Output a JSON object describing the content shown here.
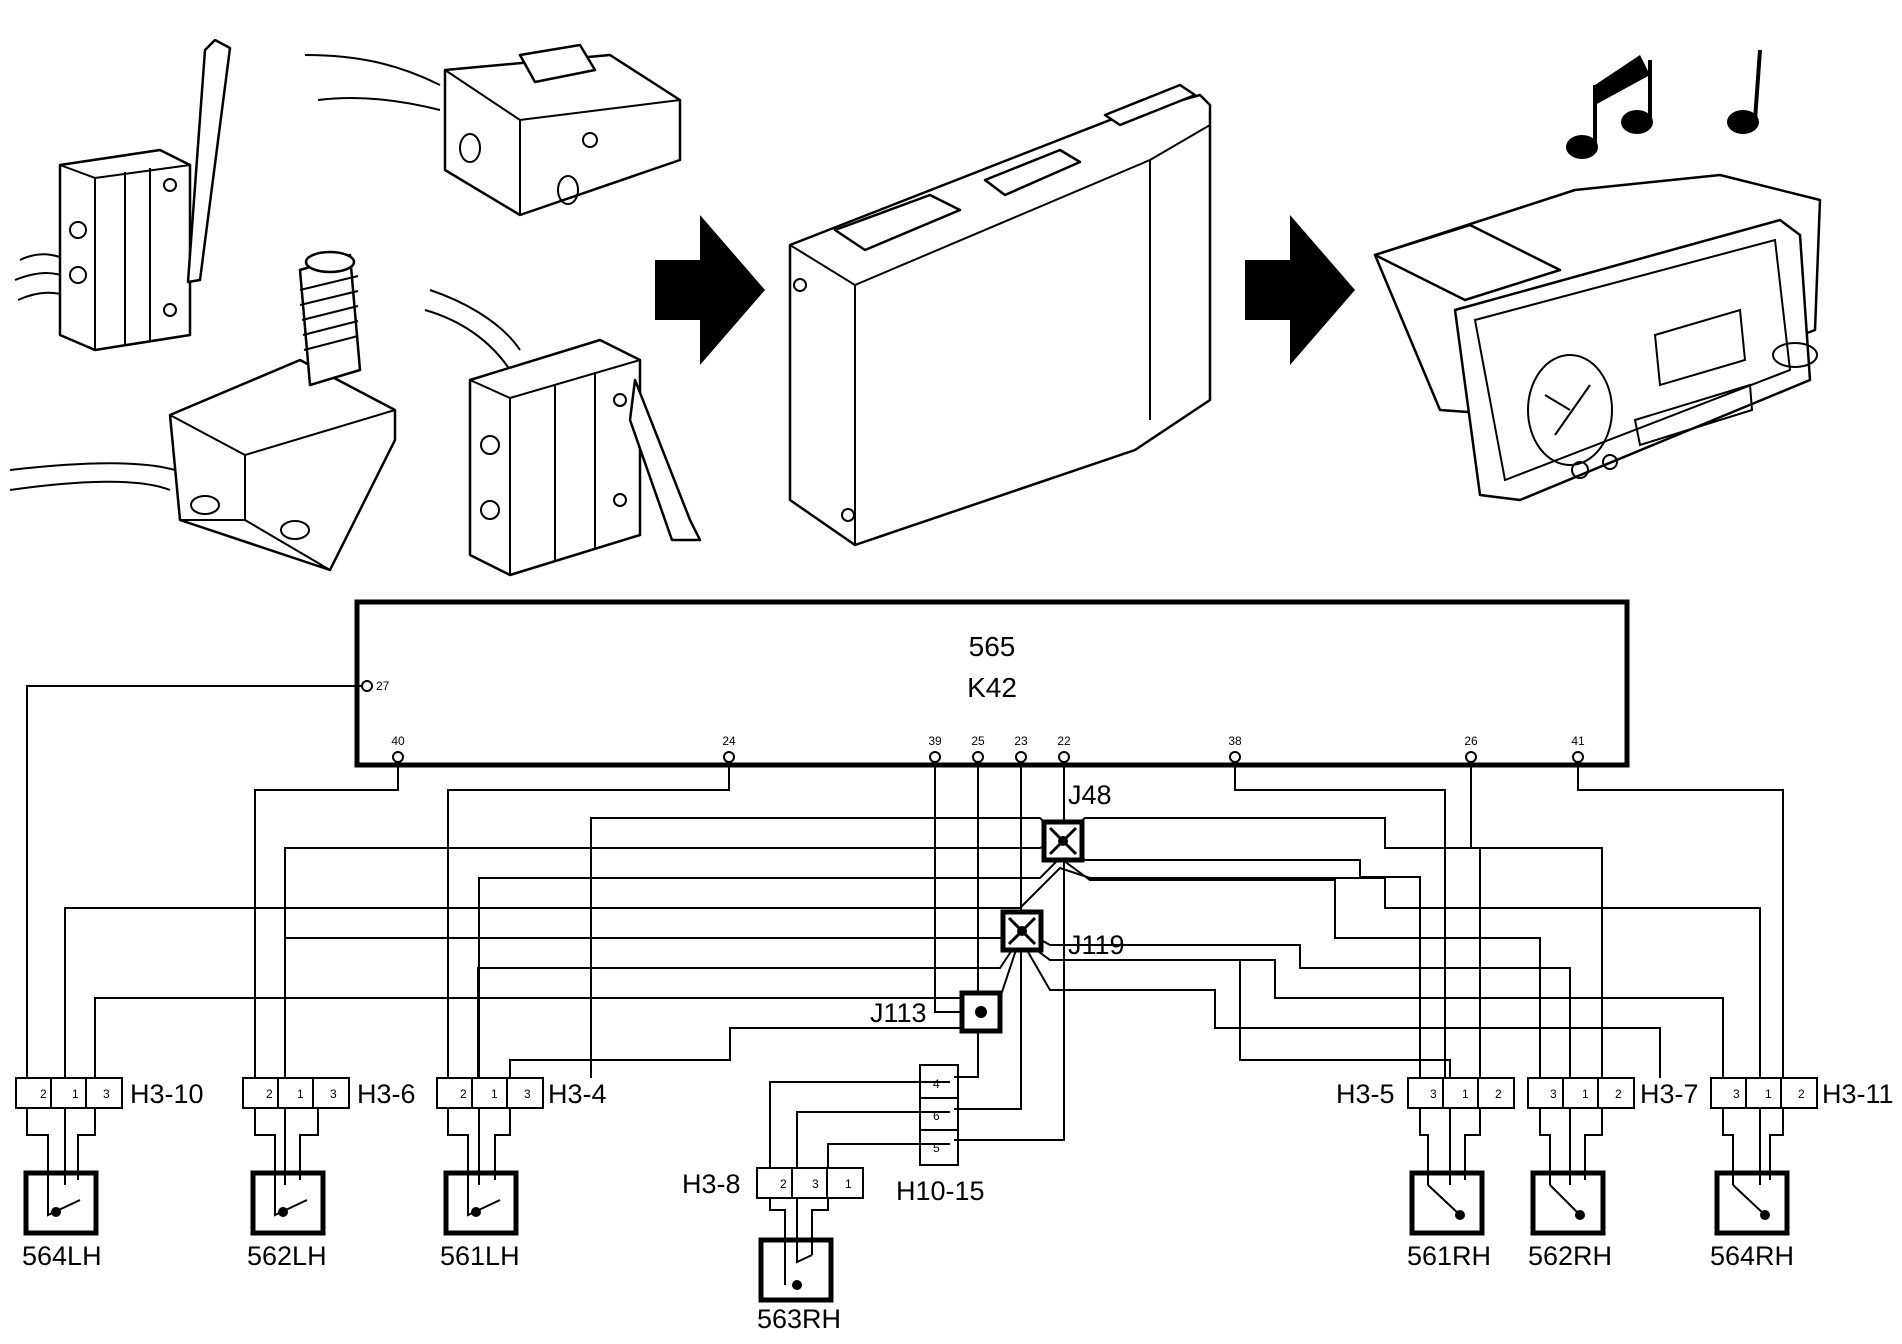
{
  "module": {
    "number": "565",
    "code": "K42"
  },
  "module_pins": [
    {
      "id": "27",
      "label": "27"
    },
    {
      "id": "40",
      "label": "40"
    },
    {
      "id": "24",
      "label": "24"
    },
    {
      "id": "39",
      "label": "39"
    },
    {
      "id": "25",
      "label": "25"
    },
    {
      "id": "23",
      "label": "23"
    },
    {
      "id": "22",
      "label": "22"
    },
    {
      "id": "38",
      "label": "38"
    },
    {
      "id": "26",
      "label": "26"
    },
    {
      "id": "41",
      "label": "41"
    }
  ],
  "splices": {
    "j48": "J48",
    "j119": "J119",
    "j113": "J113"
  },
  "connectors": {
    "h3_10": {
      "label": "H3-10",
      "pins": [
        "2",
        "1",
        "3"
      ]
    },
    "h3_6": {
      "label": "H3-6",
      "pins": [
        "2",
        "1",
        "3"
      ]
    },
    "h3_4": {
      "label": "H3-4",
      "pins": [
        "2",
        "1",
        "3"
      ]
    },
    "h3_8": {
      "label": "H3-8",
      "pins": [
        "2",
        "3",
        "1"
      ]
    },
    "h10_15": {
      "label": "H10-15",
      "pins": [
        "4",
        "6",
        "5"
      ]
    },
    "h3_5": {
      "label": "H3-5",
      "pins": [
        "3",
        "1",
        "2"
      ]
    },
    "h3_7": {
      "label": "H3-7",
      "pins": [
        "3",
        "1",
        "2"
      ]
    },
    "h3_11": {
      "label": "H3-11",
      "pins": [
        "3",
        "1",
        "2"
      ]
    }
  },
  "switches": {
    "s564lh": "564LH",
    "s562lh": "562LH",
    "s561lh": "561LH",
    "s563rh": "563RH",
    "s561rh": "561RH",
    "s562rh": "562RH",
    "s564rh": "564RH"
  },
  "illustrations": {
    "inputs": "microswitch-icons",
    "module": "control-module-icon",
    "output": "radio-display-icon",
    "arrows": "arrow-icon",
    "notes": "music-notes-icon"
  }
}
